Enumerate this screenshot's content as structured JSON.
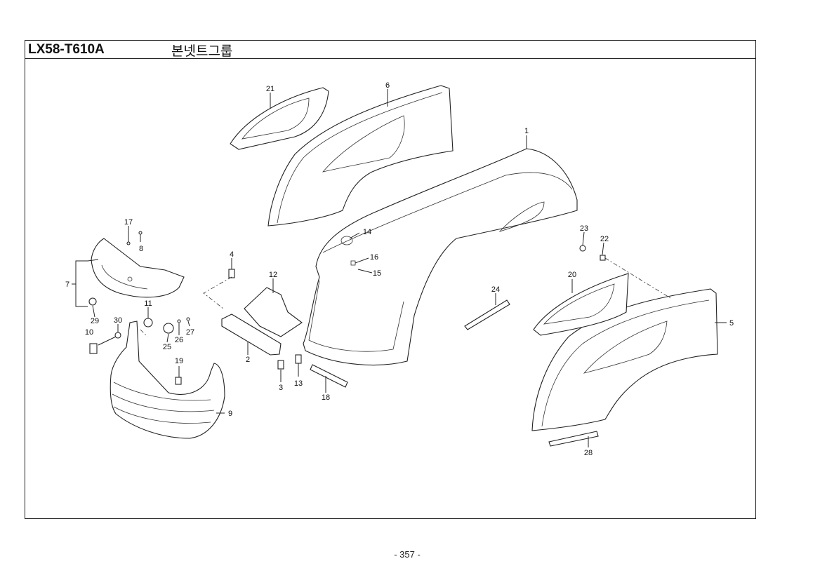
{
  "header": {
    "model": "LX58-T610A",
    "group": "본넷트그룹"
  },
  "page_number": "- 357 -",
  "callouts": [
    "1",
    "2",
    "3",
    "4",
    "5",
    "6",
    "7",
    "8",
    "9",
    "10",
    "11",
    "12",
    "13",
    "14",
    "15",
    "16",
    "17",
    "18",
    "19",
    "20",
    "21",
    "22",
    "23",
    "24",
    "25",
    "26",
    "27",
    "28",
    "29",
    "30"
  ]
}
